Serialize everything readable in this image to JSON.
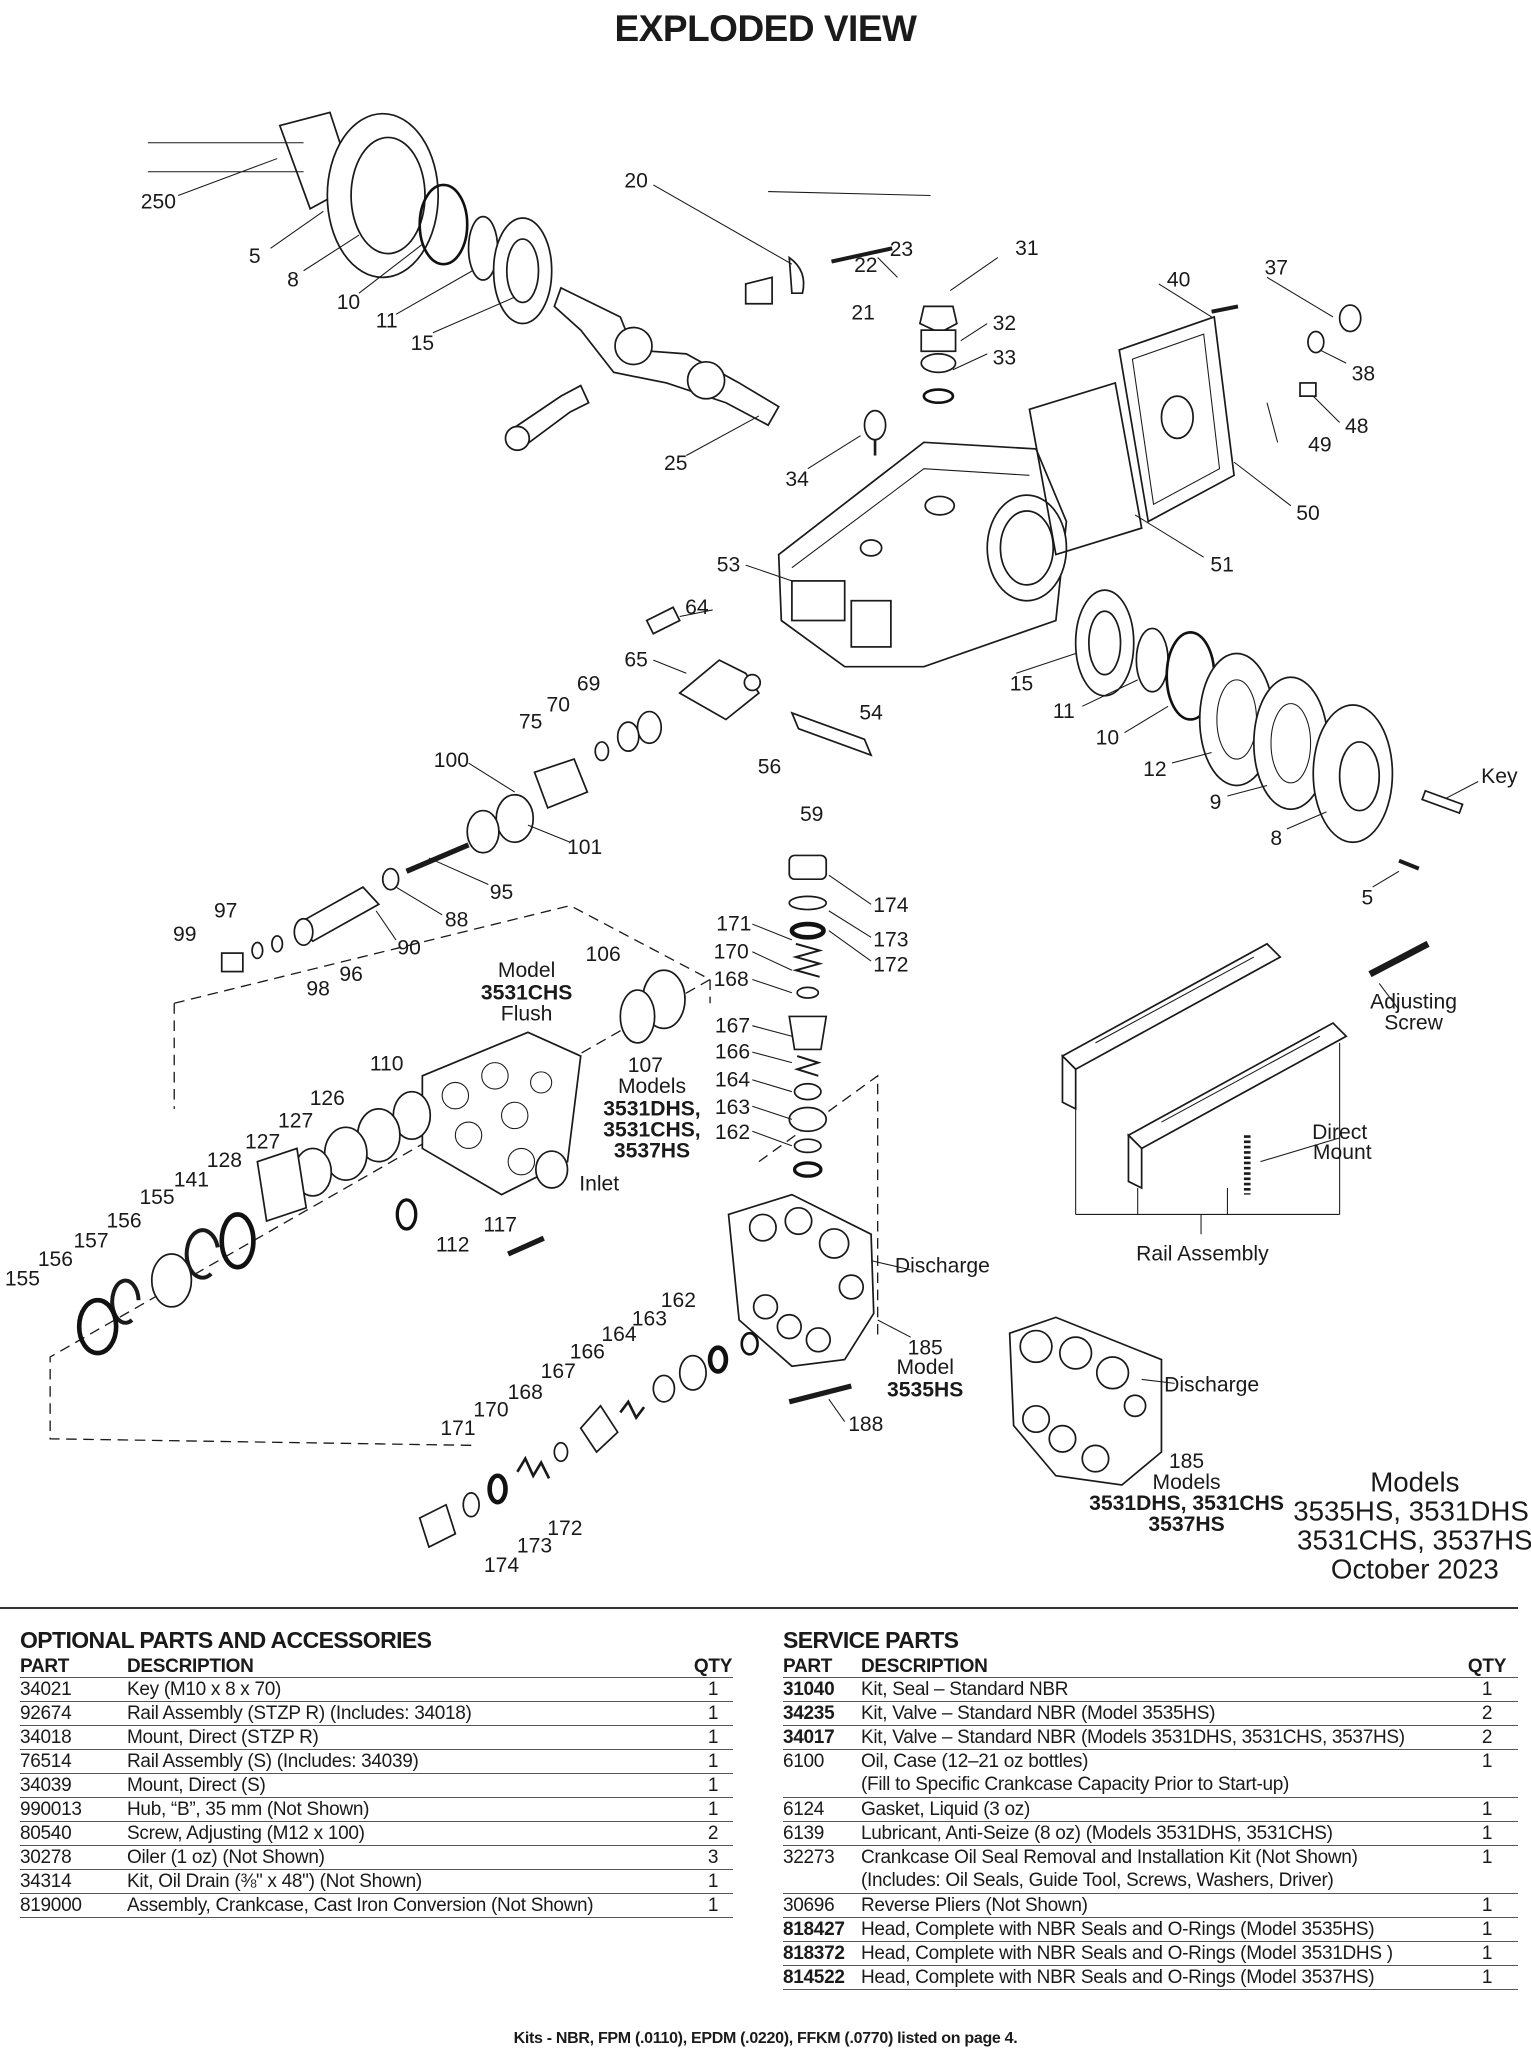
{
  "title": "EXPLODED VIEW",
  "diagram": {
    "callouts": [
      {
        "text": "250"
      },
      {
        "text": "5"
      },
      {
        "text": "8"
      },
      {
        "text": "10"
      },
      {
        "text": "11"
      },
      {
        "text": "15"
      },
      {
        "text": "20"
      },
      {
        "text": "22"
      },
      {
        "text": "23"
      },
      {
        "text": "21"
      },
      {
        "text": "31"
      },
      {
        "text": "32"
      },
      {
        "text": "33"
      },
      {
        "text": "25"
      },
      {
        "text": "34"
      },
      {
        "text": "40"
      },
      {
        "text": "37"
      },
      {
        "text": "38"
      },
      {
        "text": "48"
      },
      {
        "text": "49"
      },
      {
        "text": "50"
      },
      {
        "text": "51"
      },
      {
        "text": "53"
      },
      {
        "text": "64"
      },
      {
        "text": "65"
      },
      {
        "text": "69"
      },
      {
        "text": "70"
      },
      {
        "text": "75"
      },
      {
        "text": "54"
      },
      {
        "text": "56"
      },
      {
        "text": "59"
      },
      {
        "text": "15"
      },
      {
        "text": "11"
      },
      {
        "text": "10"
      },
      {
        "text": "12"
      },
      {
        "text": "9"
      },
      {
        "text": "8"
      },
      {
        "text": "Key"
      },
      {
        "text": "5"
      },
      {
        "text": "100"
      },
      {
        "text": "101"
      },
      {
        "text": "95"
      },
      {
        "text": "88"
      },
      {
        "text": "97"
      },
      {
        "text": "99"
      },
      {
        "text": "98"
      },
      {
        "text": "96"
      },
      {
        "text": "90"
      },
      {
        "text": "174"
      },
      {
        "text": "173"
      },
      {
        "text": "172"
      },
      {
        "text": "171"
      },
      {
        "text": "170"
      },
      {
        "text": "168"
      },
      {
        "text": "167"
      },
      {
        "text": "166"
      },
      {
        "text": "164"
      },
      {
        "text": "163"
      },
      {
        "text": "162"
      },
      {
        "text": "106"
      },
      {
        "text": "Model"
      },
      {
        "text": "3531CHS",
        "bold": true
      },
      {
        "text": "Flush"
      },
      {
        "text": "107"
      },
      {
        "text": "Models"
      },
      {
        "text": "3531DHS,",
        "bold": true
      },
      {
        "text": "3531CHS,",
        "bold": true
      },
      {
        "text": "3537HS",
        "bold": true
      },
      {
        "text": "110"
      },
      {
        "text": "126"
      },
      {
        "text": "127"
      },
      {
        "text": "127"
      },
      {
        "text": "128"
      },
      {
        "text": "141"
      },
      {
        "text": "155"
      },
      {
        "text": "156"
      },
      {
        "text": "157"
      },
      {
        "text": "156"
      },
      {
        "text": "155"
      },
      {
        "text": "Inlet"
      },
      {
        "text": "112"
      },
      {
        "text": "117"
      },
      {
        "text": "Discharge"
      },
      {
        "text": "162"
      },
      {
        "text": "163"
      },
      {
        "text": "164"
      },
      {
        "text": "166"
      },
      {
        "text": "167"
      },
      {
        "text": "168"
      },
      {
        "text": "170"
      },
      {
        "text": "171"
      },
      {
        "text": "185"
      },
      {
        "text": "Model"
      },
      {
        "text": "3535HS",
        "bold": true
      },
      {
        "text": "188"
      },
      {
        "text": "172"
      },
      {
        "text": "173"
      },
      {
        "text": "174"
      },
      {
        "text": "Discharge"
      },
      {
        "text": "185"
      },
      {
        "text": "Models"
      },
      {
        "text": "3531DHS, 3531CHS",
        "bold": true
      },
      {
        "text": "3537HS",
        "bold": true
      },
      {
        "text": "Adjusting"
      },
      {
        "text": "Screw"
      },
      {
        "text": "Direct"
      },
      {
        "text": "Mount"
      },
      {
        "text": "Rail Assembly"
      }
    ],
    "models_note": [
      "Models",
      "3535HS, 3531DHS,",
      "3531CHS, 3537HS",
      "October 2023"
    ]
  },
  "optional_parts": {
    "title": "OPTIONAL PARTS AND ACCESSORIES",
    "headers": {
      "part": "PART",
      "description": "DESCRIPTION",
      "qty": "QTY"
    },
    "rows": [
      {
        "part": "34021",
        "description": "Key (M10 x 8 x 70)",
        "qty": "1"
      },
      {
        "part": "92674",
        "description": "Rail Assembly (STZP R) (Includes: 34018)",
        "qty": "1"
      },
      {
        "part": "34018",
        "description": "Mount, Direct (STZP R)",
        "qty": "1"
      },
      {
        "part": "76514",
        "description": "Rail Assembly (S) (Includes: 34039)",
        "qty": "1"
      },
      {
        "part": "34039",
        "description": "Mount, Direct (S)",
        "qty": "1"
      },
      {
        "part": "990013",
        "description": "Hub, “B”, 35 mm (Not Shown)",
        "qty": "1"
      },
      {
        "part": "80540",
        "description": "Screw, Adjusting (M12 x 100)",
        "qty": "2"
      },
      {
        "part": "30278",
        "description": "Oiler (1 oz) (Not Shown)",
        "qty": "3"
      },
      {
        "part": "34314",
        "description": "Kit, Oil Drain (⅜\" x 48\") (Not Shown)",
        "qty": "1"
      },
      {
        "part": "819000",
        "description": "Assembly, Crankcase, Cast Iron Conversion (Not Shown)",
        "qty": "1"
      }
    ]
  },
  "service_parts": {
    "title": "SERVICE PARTS",
    "headers": {
      "part": "PART",
      "description": "DESCRIPTION",
      "qty": "QTY"
    },
    "rows": [
      {
        "part": "31040",
        "bold": true,
        "description": "Kit, Seal – Standard NBR",
        "qty": "1"
      },
      {
        "part": "34235",
        "bold": true,
        "description": "Kit, Valve – Standard NBR (Model 3535HS)",
        "qty": "2"
      },
      {
        "part": "34017",
        "bold": true,
        "description": "Kit, Valve – Standard NBR (Models 3531DHS, 3531CHS, 3537HS)",
        "qty": "2"
      },
      {
        "part": "6100",
        "description": "Oil, Case (12–21 oz bottles)",
        "description2": "(Fill to Specific Crankcase Capacity Prior to Start-up)",
        "qty": "1"
      },
      {
        "part": "6124",
        "description": "Gasket, Liquid (3 oz)",
        "qty": "1"
      },
      {
        "part": "6139",
        "description": "Lubricant, Anti-Seize (8 oz) (Models 3531DHS, 3531CHS)",
        "qty": "1"
      },
      {
        "part": "32273",
        "description": "Crankcase Oil Seal Removal and Installation Kit (Not Shown)",
        "description2": "(Includes: Oil Seals, Guide Tool, Screws, Washers, Driver)",
        "qty": "1"
      },
      {
        "part": "30696",
        "description": "Reverse Pliers (Not Shown)",
        "qty": "1"
      },
      {
        "part": "818427",
        "bold": true,
        "description": "Head, Complete with NBR Seals and O-Rings (Model 3535HS)",
        "qty": "1"
      },
      {
        "part": "818372",
        "bold": true,
        "description": "Head, Complete with NBR Seals and O-Rings (Model 3531DHS )",
        "qty": "1"
      },
      {
        "part": "814522",
        "bold": true,
        "description": "Head, Complete with NBR Seals and O-Rings (Model 3537HS)",
        "qty": "1"
      }
    ]
  },
  "footnote": "Kits - NBR, FPM (.0110), EPDM (.0220), FFKM (.0770) listed on page 4."
}
